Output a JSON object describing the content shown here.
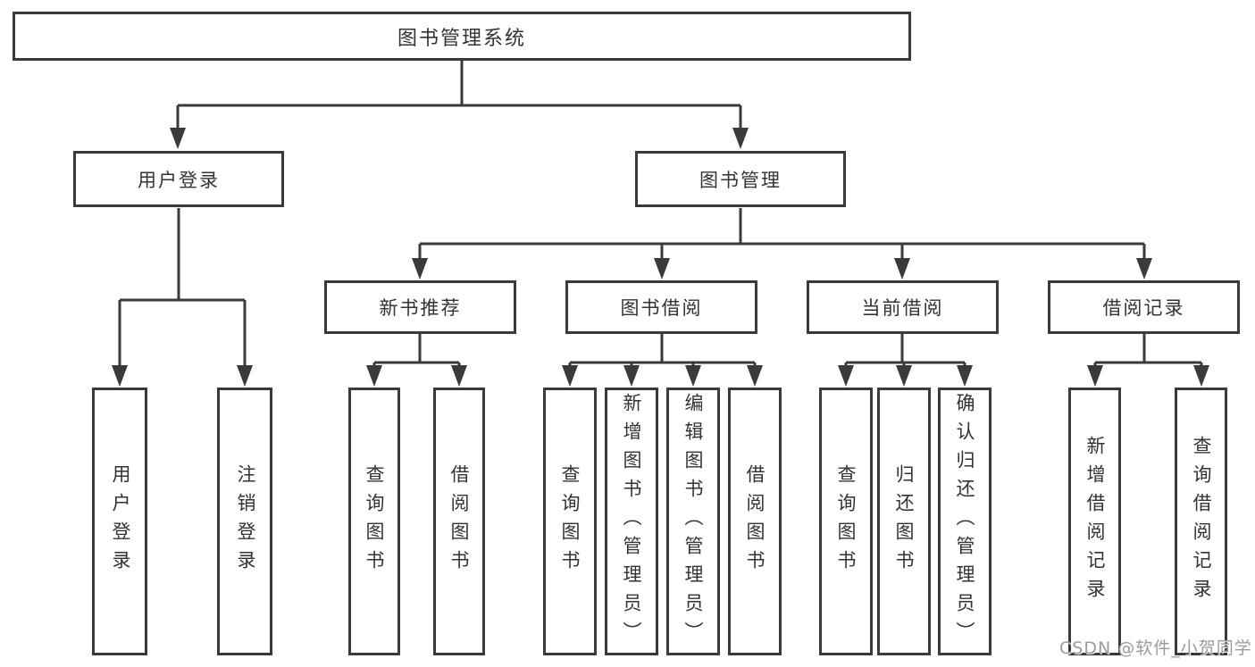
{
  "diagram": {
    "type": "tree",
    "root": {
      "label": "图书管理系统"
    },
    "branches": [
      {
        "label": "用户登录",
        "children": [
          {
            "label": "用户登录"
          },
          {
            "label": "注销登录"
          }
        ]
      },
      {
        "label": "图书管理",
        "children": [
          {
            "label": "新书推荐",
            "children": [
              {
                "label": "查询图书"
              },
              {
                "label": "借阅图书"
              }
            ]
          },
          {
            "label": "图书借阅",
            "children": [
              {
                "label": "查询图书"
              },
              {
                "label": "新增图书（管理员）"
              },
              {
                "label": "编辑图书（管理员）"
              },
              {
                "label": "借阅图书"
              }
            ]
          },
          {
            "label": "当前借阅",
            "children": [
              {
                "label": "查询图书"
              },
              {
                "label": "归还图书"
              },
              {
                "label": "确认归还（管理员）"
              }
            ]
          },
          {
            "label": "借阅记录",
            "children": [
              {
                "label": "新增借阅记录"
              },
              {
                "label": "查询借阅记录"
              }
            ]
          }
        ]
      }
    ]
  },
  "watermark": {
    "text": "CSDN @软件_小贺同学"
  },
  "colors": {
    "line": "#3a3a3a",
    "text": "#333333",
    "background": "#ffffff",
    "watermark": "#9b9b9b"
  }
}
